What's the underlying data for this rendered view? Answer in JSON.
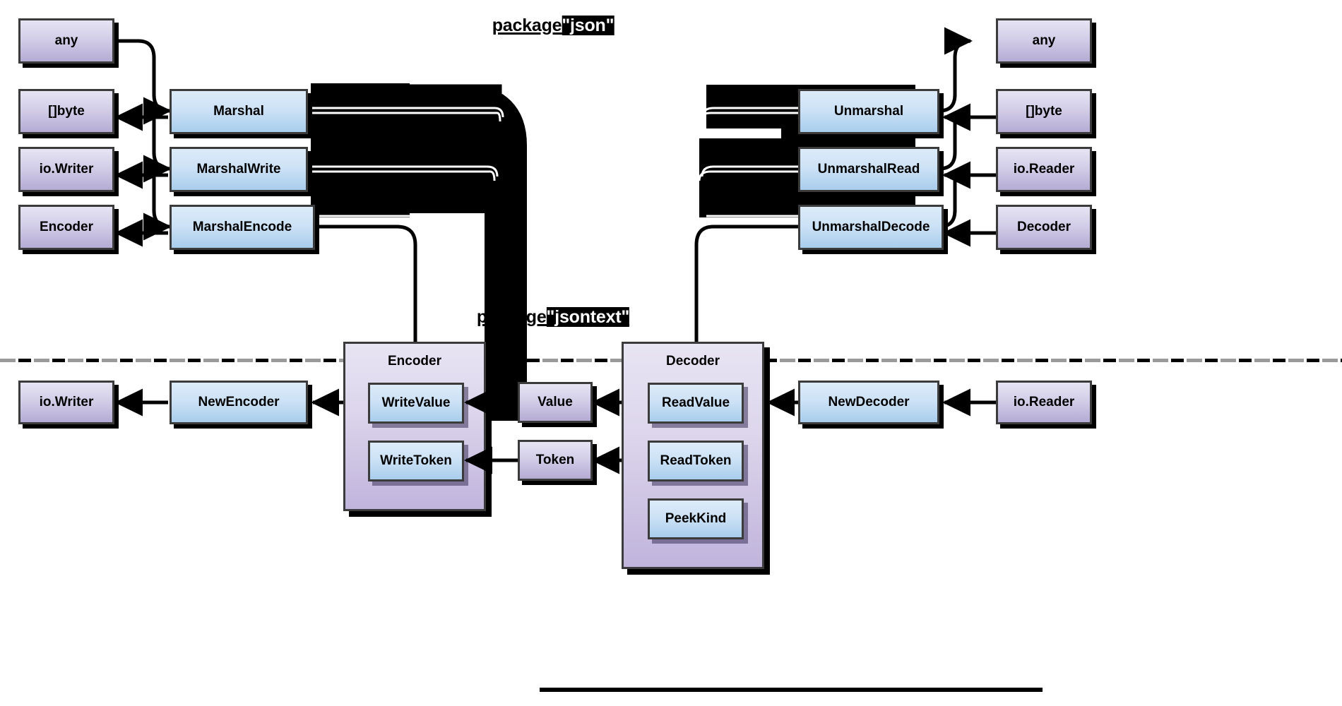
{
  "diagram": {
    "title_top": {
      "keyword": "package",
      "literal": "\"json\""
    },
    "title_bottom": {
      "keyword": "package",
      "literal": "\"jsontext\""
    },
    "colors": {
      "type_fill_top": "#e6e4f3",
      "type_fill_bottom": "#b5abd4",
      "func_fill_top": "#dcebf9",
      "func_fill_bottom": "#a8cdec",
      "group_fill_top": "#e7e4f3",
      "group_fill_bottom": "#c0b4dc",
      "stroke": "#3b3b3b",
      "shadow": "#000000",
      "divider_gray": "#9a9a9a",
      "divider_black": "#000000"
    }
  },
  "json_package": {
    "left_types": [
      {
        "label": "any"
      },
      {
        "label": "[]byte"
      },
      {
        "label": "io.Writer"
      },
      {
        "label": "Encoder"
      }
    ],
    "marshal_funcs": [
      {
        "label": "Marshal"
      },
      {
        "label": "MarshalWrite"
      },
      {
        "label": "MarshalEncode"
      }
    ],
    "unmarshal_funcs": [
      {
        "label": "Unmarshal"
      },
      {
        "label": "UnmarshalRead"
      },
      {
        "label": "UnmarshalDecode"
      }
    ],
    "right_types": [
      {
        "label": "any"
      },
      {
        "label": "[]byte"
      },
      {
        "label": "io.Reader"
      },
      {
        "label": "Decoder"
      }
    ]
  },
  "jsontext_package": {
    "encoder_group": {
      "title": "Encoder",
      "methods": [
        {
          "label": "WriteValue"
        },
        {
          "label": "WriteToken"
        }
      ]
    },
    "decoder_group": {
      "title": "Decoder",
      "methods": [
        {
          "label": "ReadValue"
        },
        {
          "label": "ReadToken"
        },
        {
          "label": "PeekKind"
        }
      ]
    },
    "middle_types": [
      {
        "label": "Value"
      },
      {
        "label": "Token"
      }
    ],
    "constructors": [
      {
        "label": "NewEncoder"
      },
      {
        "label": "NewDecoder"
      }
    ],
    "outer_types": [
      {
        "label": "io.Writer"
      },
      {
        "label": "io.Reader"
      }
    ]
  }
}
